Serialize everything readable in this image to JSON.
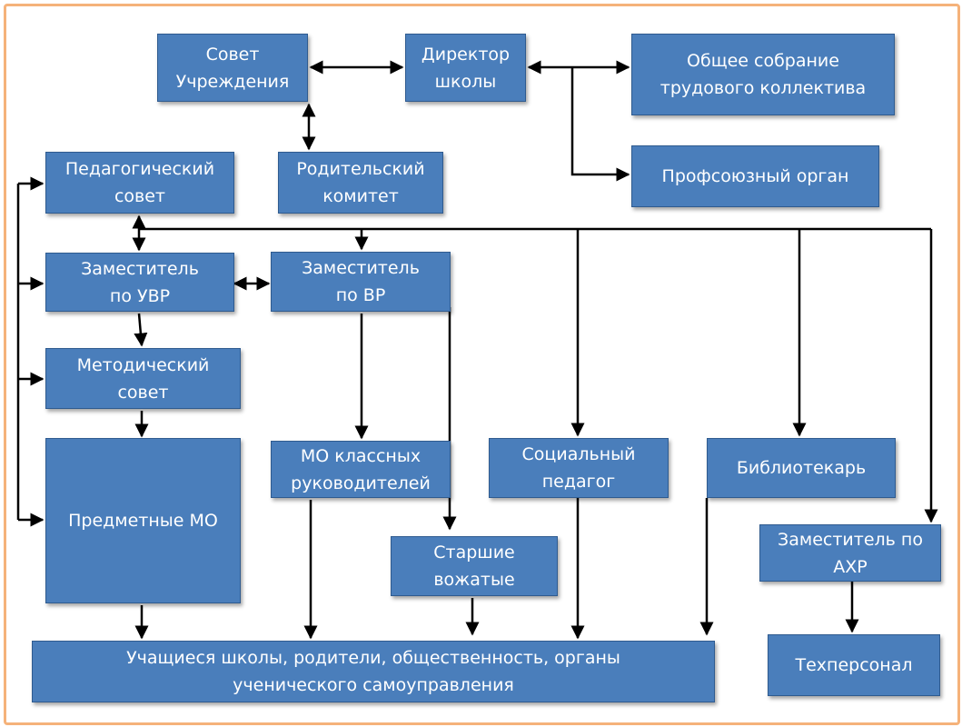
{
  "nodes": {
    "council": "Совет\nУчреждения",
    "director": "Директор\nшколы",
    "general_meeting": "Общее собрание\nтрудового коллектива",
    "union": "Профсоюзный орган",
    "ped_council": "Педагогический\nсовет",
    "parent_committee": "Родительский\nкомитет",
    "deputy_uvr": "Заместитель\nпо УВР",
    "deputy_vr": "Заместитель\nпо ВР",
    "method_council": "Методический\nсовет",
    "subject_mo": "Предметные МО",
    "class_mo": "МО классных\nруководителей",
    "social_teacher": "Социальный\nпедагог",
    "librarian": "Библиотекарь",
    "deputy_ahr": "Заместитель по\nАХР",
    "senior_leaders": "Старшие\nвожатые",
    "students": "Учащиеся школы, родители, общественность, органы\nученического самоуправления",
    "tech_staff": "Техперсонал"
  }
}
